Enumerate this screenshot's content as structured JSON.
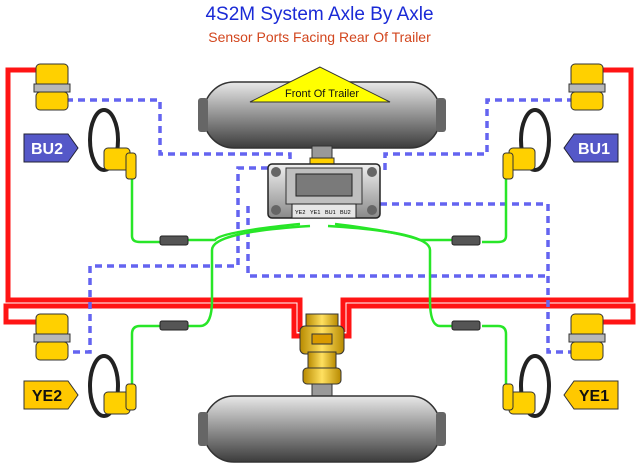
{
  "title": "4S2M System Axle By Axle",
  "subtitle": "Sensor Ports Facing Rear Of Trailer",
  "front_tank_label": "Front Of Trailer",
  "sensor_tags": {
    "front_left": "BU2",
    "front_right": "BU1",
    "rear_left": "YE2",
    "rear_right": "YE1"
  },
  "ecu_port_labels": [
    "YE2",
    "YE1",
    "BU1",
    "BU2"
  ],
  "colors": {
    "title": "#1a2ad6",
    "subtitle": "#d2461e",
    "air_line": "#ff1414",
    "control_cable": "#6060f0",
    "sensor_cable": "#28e628",
    "bu_tag": "#5558c8",
    "ye_tag": "#ffc800"
  }
}
